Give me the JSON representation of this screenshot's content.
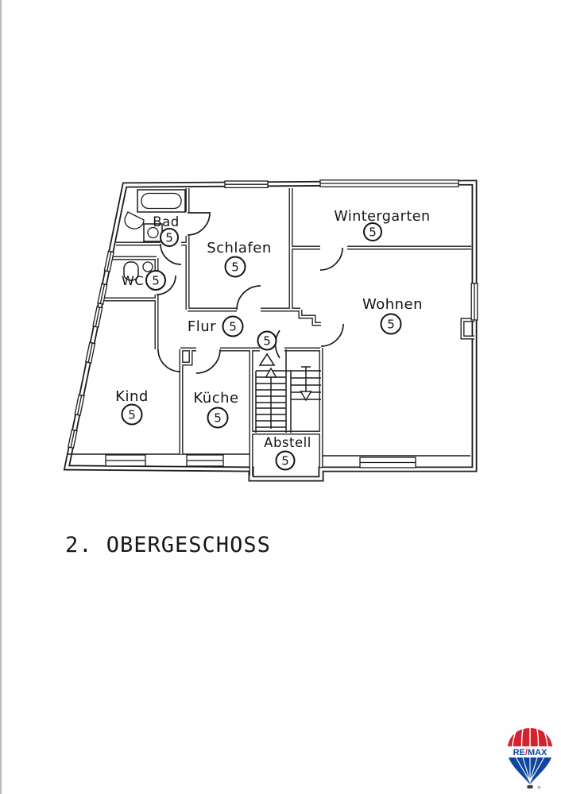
{
  "document": {
    "floor_title": "2. OBERGESCHOSS"
  },
  "rooms": [
    {
      "name": "Bad",
      "number": "5"
    },
    {
      "name": "WC",
      "number": "5"
    },
    {
      "name": "Schlafen",
      "number": "5"
    },
    {
      "name": "Wintergarten",
      "number": "5"
    },
    {
      "name": "Wohnen",
      "number": "5"
    },
    {
      "name": "Flur",
      "number": "5"
    },
    {
      "name": "Kind",
      "number": "5"
    },
    {
      "name": "Küche",
      "number": "5"
    },
    {
      "name": "Abstell",
      "number": "5"
    }
  ],
  "entrance": {
    "number": "5"
  },
  "logo": {
    "brand_left": "RE",
    "slash": "/",
    "brand_right": "MAX",
    "registered": "®",
    "red": "#D6212E",
    "blue": "#10469E"
  }
}
